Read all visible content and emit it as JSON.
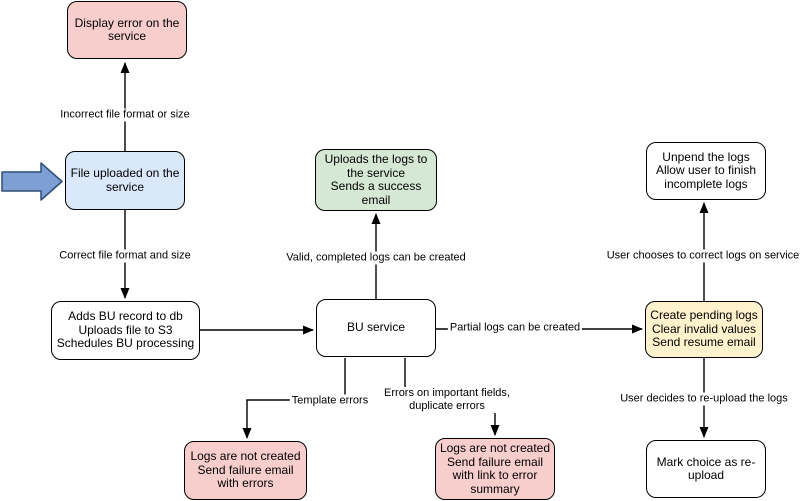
{
  "diagram": {
    "colors": {
      "node_pink": "#F8CECC",
      "node_blue": "#DAE8FC",
      "node_green": "#D5E8D4",
      "node_yellow": "#FFF2CC",
      "node_white": "#FFFFFF",
      "node_border": "#000000",
      "edge_stroke": "#000000",
      "entry_arrow_fill": "#7D9FD3",
      "entry_arrow_stroke": "#2F4E79",
      "background": "#FFFFFF"
    },
    "nodes": [
      {
        "id": "display-error-on-service",
        "color": "pink",
        "lines": [
          "Display error on the",
          "service"
        ]
      },
      {
        "id": "file-uploaded-on-service",
        "color": "blue",
        "lines": [
          "File uploaded on the",
          "service"
        ]
      },
      {
        "id": "adds-bu-record",
        "color": "white",
        "lines": [
          "Adds BU record to db",
          "Uploads file to S3",
          "Schedules BU processing"
        ]
      },
      {
        "id": "uploads-logs-success-email",
        "color": "green",
        "lines": [
          "Uploads the logs to",
          "the service",
          "Sends a success",
          "email"
        ]
      },
      {
        "id": "bu-service",
        "color": "white",
        "lines": [
          "BU service"
        ]
      },
      {
        "id": "create-pending-logs",
        "color": "yellow",
        "lines": [
          "Create pending logs",
          "Clear invalid values",
          "Send resume email"
        ]
      },
      {
        "id": "unpend-logs",
        "color": "white",
        "lines": [
          "Unpend the logs",
          "Allow user to finish",
          "incomplete logs"
        ]
      },
      {
        "id": "mark-choice-reupload",
        "color": "white",
        "lines": [
          "Mark choice as re-",
          "upload"
        ]
      },
      {
        "id": "logs-not-created-failure-errors",
        "color": "pink",
        "lines": [
          "Logs are not created",
          "Send failure email",
          "with errors"
        ]
      },
      {
        "id": "logs-not-created-error-summary",
        "color": "pink",
        "lines": [
          "Logs are not created",
          "Send failure email",
          "with link to error",
          "summary"
        ]
      }
    ],
    "edge_labels": {
      "incorrect_file": "Incorrect file format or size",
      "correct_file": "Correct file format and size",
      "valid_logs": "Valid, completed logs can be created",
      "partial_logs": "Partial logs can be created",
      "template_errors": "Template errors",
      "important_fields_line1": "Errors on important fields,",
      "important_fields_line2": "duplicate errors",
      "user_corrects": "User chooses to correct logs on service",
      "user_reuploads": "User decides to re-upload the logs"
    }
  }
}
